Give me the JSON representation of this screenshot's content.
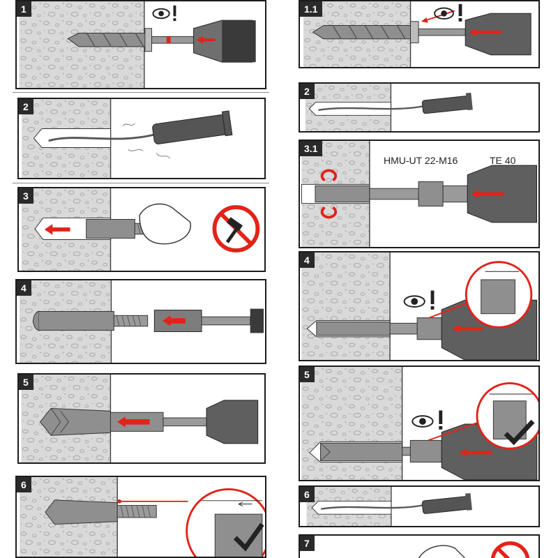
{
  "steps": {
    "s1": "1",
    "s2": "2",
    "s3": "3",
    "s4": "4",
    "s5": "5",
    "s6": "6",
    "s1_1": "1.1",
    "s2r": "2",
    "s3_1": "3.1",
    "s4r": "4",
    "s5r": "5",
    "s6r": "6",
    "s7r": "7"
  },
  "labels": {
    "tool_model": "HMU-UT 22-M16",
    "drill_model": "TE 40"
  },
  "colors": {
    "accent": "#e2231a",
    "dark": "#2b2b2b",
    "tool": "#8f8f8f",
    "concrete": "#d6d6d6"
  }
}
